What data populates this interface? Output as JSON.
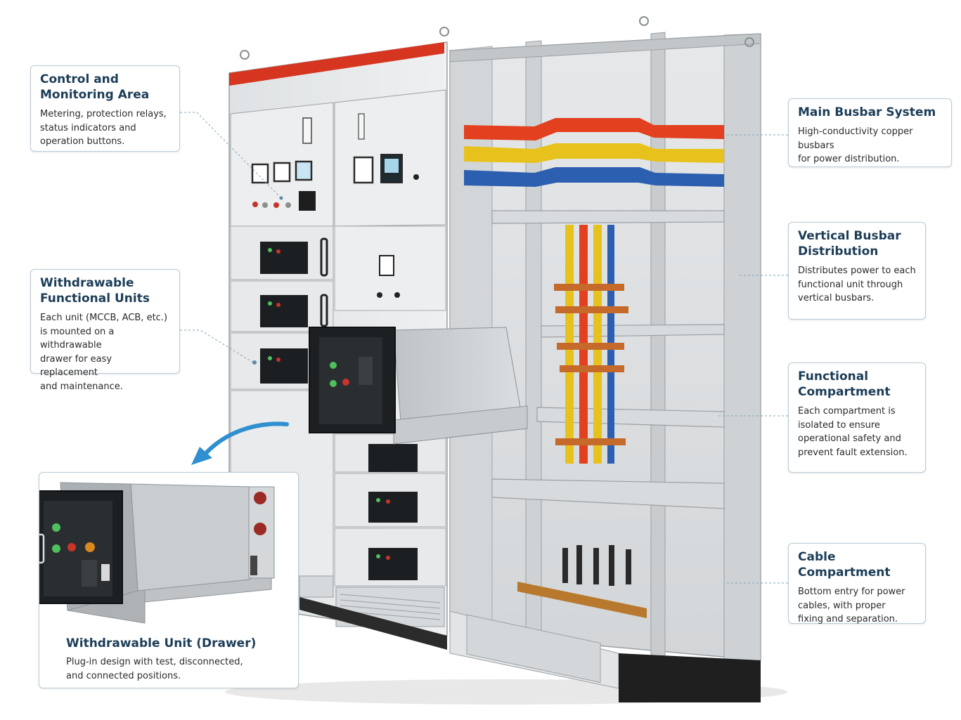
{
  "callouts": {
    "control": {
      "title_lines": [
        "Control and",
        "Monitoring Area"
      ],
      "body_lines": [
        "Metering, protection relays,",
        "status indicators and",
        "operation buttons."
      ]
    },
    "withdrawable": {
      "title_lines": [
        "Withdrawable",
        "Functional Units"
      ],
      "body_lines": [
        "Each unit (MCCB, ACB, etc.)",
        "is mounted on a withdrawable",
        "drawer for easy replacement",
        "and maintenance."
      ]
    },
    "busbar": {
      "title_lines": [
        "Main Busbar System"
      ],
      "body_lines": [
        "High-conductivity copper busbars",
        "for power distribution."
      ]
    },
    "vertical": {
      "title_lines": [
        "Vertical Busbar",
        "Distribution"
      ],
      "body_lines": [
        "Distributes power to each",
        "functional unit through",
        "vertical busbars."
      ]
    },
    "functional": {
      "title_lines": [
        "Functional",
        "Compartment"
      ],
      "body_lines": [
        "Each compartment is",
        "isolated to ensure",
        "operational safety and",
        "prevent fault extension."
      ]
    },
    "cable": {
      "title_lines": [
        "Cable Compartment"
      ],
      "body_lines": [
        "Bottom entry for power",
        "cables, with proper",
        "fixing and separation."
      ]
    },
    "drawer": {
      "title_lines": [
        "Withdrawable Unit (Drawer)"
      ],
      "body_lines": [
        "Plug-in design with test, disconnected,",
        "and connected positions."
      ]
    }
  },
  "colors": {
    "callout_title": "#1c3d57",
    "callout_border": "#b9cbd6",
    "leader_line": "#7fa6bb",
    "arrow": "#2f8fd0",
    "busbar_phase_a": "#e2401f",
    "busbar_phase_b": "#e8c21c",
    "busbar_phase_c": "#2d5fb0",
    "cabinet_top_trim": "#d6351f",
    "cabinet_panel": "#e9ebec",
    "frame_steel": "#c9ccce"
  },
  "icons": [
    "leader-line",
    "curved-arrow-icon",
    "indicator-lamp-icon",
    "analog-meter-icon"
  ]
}
